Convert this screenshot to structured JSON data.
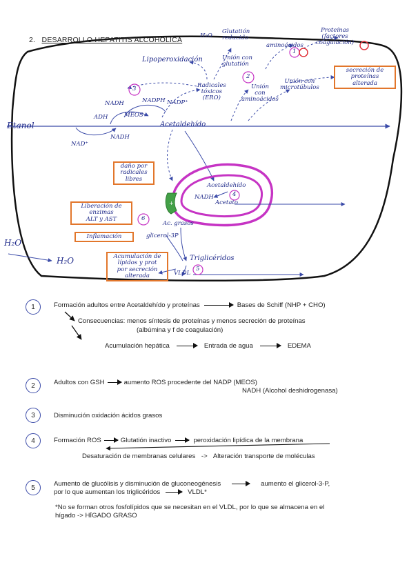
{
  "section": {
    "number": "2.",
    "title": "DESARROLLO HEPATITIS ALCOHÓLICA"
  },
  "diagram": {
    "labels": {
      "etanol": "Etanol",
      "acetaldehido": "Acetaldehído",
      "adh": "ADH",
      "meos": "MEOS",
      "nadh_a": "NADH",
      "nadph": "NADPH",
      "nadp": "NADP⁺",
      "nad": "NAD⁺",
      "nadh_b": "NADH",
      "lipoperox": "Lipoperoxidación",
      "radicales": "Radicales\ntóxicos\n(ERO)",
      "h2o_top": "H₂O",
      "glutation": "Glutatión\nreducido",
      "union_glutation": "Unión con\nglutatión",
      "union_aa": "Unión\ncon\naminoácidos",
      "aminoacidos": "aminoácidos",
      "union_micro": "Unión con\nmicrotúbulos",
      "proteinas": "Proteínas\n(factores\ncoagulación)",
      "secrecion_box": "secreción de\nproteínas\nalterada",
      "dano_box": "daño por\nradicales\nlibres",
      "liberacion_box": "Liberación de\nenzimas\nALT y AST",
      "inflamacion_box": "Inflamación",
      "acumulacion_box": "Acumulación de\nlípidos y prot\npor secreción\nalterada",
      "mito_acetaldehido": "Acetaldehído",
      "mito_nadh": "NADH",
      "mito_acetato": "Acetato",
      "ac_grasos": "Ac. grasos",
      "glicerol": "glicerol-3P",
      "trigliceridos": "Triglicéridos",
      "vldl": "VLDL",
      "h2o_left": "H₂O",
      "h2o_right": "H₂O",
      "c1": "1",
      "c2": "2",
      "c3": "3",
      "c4": "4",
      "c5": "5",
      "c6": "6"
    }
  },
  "notes": {
    "n1": {
      "num": "1",
      "line1_a": "Formación adultos entre Acetaldehído y proteínas",
      "line1_b": "Bases de Schiff (NHP + CHO)",
      "cons_label": "Consecuencias:",
      "cons_text": "menos síntesis de proteínas y menos secreción de proteínas",
      "cons_text2": "(albúmina y f de coagulación)",
      "acum_a": "Acumulación hepática",
      "acum_b": "Entrada de agua",
      "acum_c": "EDEMA"
    },
    "n2": {
      "num": "2",
      "line1_a": "Adultos con GSH",
      "line1_b": "aumento ROS procedente del NADP (MEOS)",
      "line2": "NADH (Alcohol deshidrogenasa)"
    },
    "n3": {
      "num": "3",
      "line1": "Disminución oxidación ácidos grasos"
    },
    "n4": {
      "num": "4",
      "line1_a": "Formación ROS",
      "line1_b": "Glutatión inactivo",
      "line1_c": "peroxidación lipídica de la membrana",
      "line2_a": "Desaturación de membranas celulares",
      "line2_arrow": "->",
      "line2_b": "Alteración transporte de moléculas"
    },
    "n5": {
      "num": "5",
      "line1_a": "Aumento de glucólisis y disminución de gluconeogénesis",
      "line1_b": "aumento el glicerol-3-P,",
      "line2_a": "por lo que aumentan los triglicéridos",
      "line2_b": "VLDL*",
      "foot1": "*No se forman otros fosfolípidos que se necesitan en el VLDL, por lo que se almacena en el",
      "foot2": "hígado  ->  HÍGADO GRASO"
    }
  }
}
